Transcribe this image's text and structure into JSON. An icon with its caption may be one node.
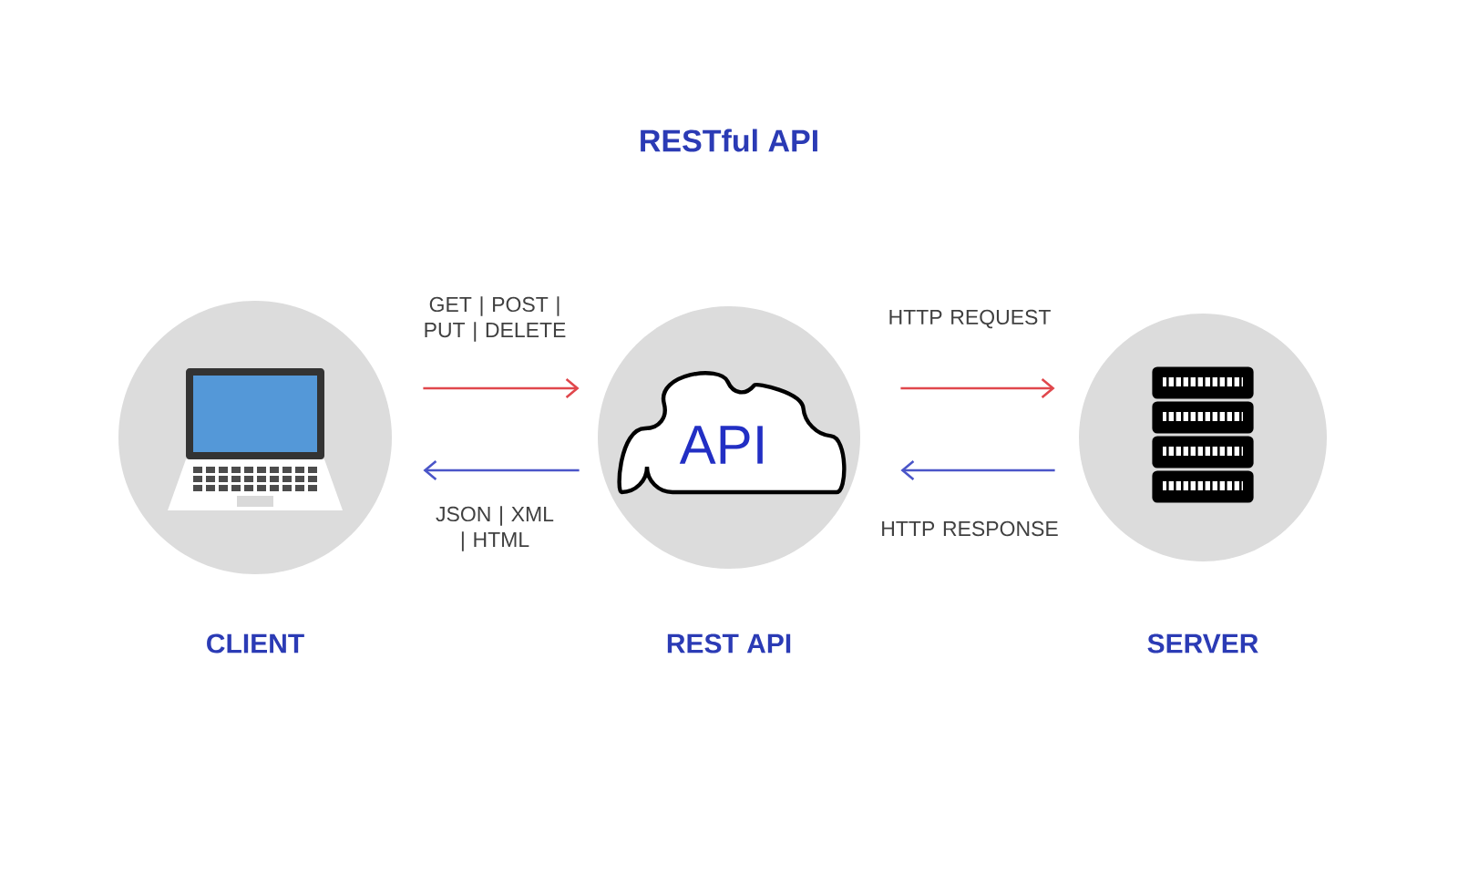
{
  "diagram": {
    "title": "RESTful API",
    "nodes": [
      {
        "text": [
          "CLIENT"
        ]
      },
      {
        "text": [
          "API",
          "REST API"
        ]
      },
      {
        "text": [
          "SERVER"
        ]
      }
    ],
    "edges": [
      {
        "from": 0,
        "to": 1,
        "arrow": "to",
        "label": "GET | POST | PUT | DELETE",
        "color": "#e0474c"
      },
      {
        "from": 1,
        "to": 0,
        "arrow": "to",
        "label": "JSON | XML | HTML",
        "color": "#4a55c8"
      },
      {
        "from": 1,
        "to": 2,
        "arrow": "to",
        "label": "HTTP REQUEST",
        "color": "#e0474c"
      },
      {
        "from": 2,
        "to": 1,
        "arrow": "to",
        "label": "HTTP RESPONSE",
        "color": "#4a55c8"
      }
    ]
  }
}
